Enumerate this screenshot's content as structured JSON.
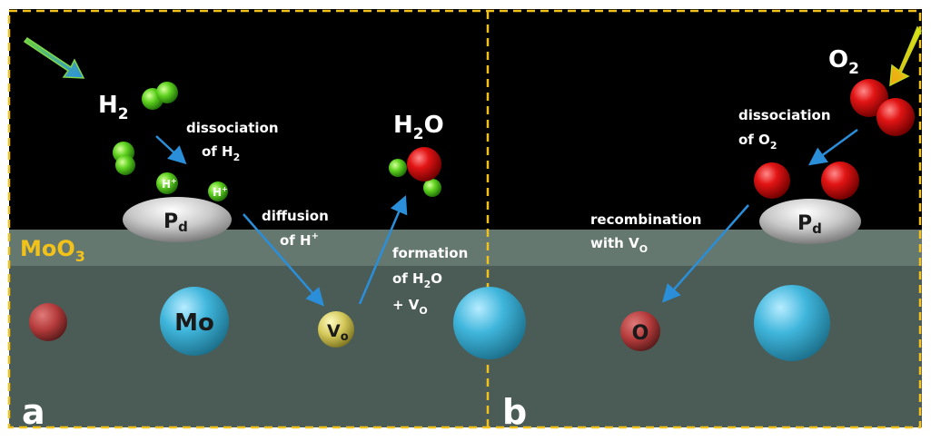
{
  "diagram": {
    "layer_label": {
      "main": "MoO",
      "sub": "3"
    },
    "panel_labels": {
      "a": "a",
      "b": "b"
    },
    "panel_a": {
      "h2": {
        "main": "H",
        "sub": "2"
      },
      "dissociation_h2": {
        "line1": "dissociation",
        "line2_main": "of H",
        "line2_sub": "2"
      },
      "h_plus_1": {
        "main": "H",
        "sup": "+"
      },
      "h_plus_2": {
        "main": "H",
        "sup": "+"
      },
      "pd": {
        "main": "P",
        "sub": "d"
      },
      "diffusion": {
        "line1": "diffusion",
        "line2_main": "of H",
        "line2_sup": "+"
      },
      "h2o": {
        "main": "H",
        "sub": "2",
        "tail": "O"
      },
      "formation": {
        "line1": "formation",
        "line2_main": "of H",
        "line2_sub": "2",
        "line2_tail": "O",
        "line3_main": "+ V",
        "line3_sub": "O"
      },
      "mo": "Mo",
      "vo": {
        "main": "V",
        "sub": "o"
      }
    },
    "panel_b": {
      "o2": {
        "main": "O",
        "sub": "2"
      },
      "dissociation_o2": {
        "line1": "dissociation",
        "line2_main": "of O",
        "line2_sub": "2"
      },
      "pd": {
        "main": "P",
        "sub": "d"
      },
      "recombination": {
        "line1": "recombination",
        "line2_main": "with V",
        "line2_sub": "O"
      },
      "o": "O"
    },
    "colors": {
      "gas_bg": "#000000",
      "surface_layer": "#65786f",
      "bulk": "#4b5c56",
      "frame": "#f2c21b",
      "arrow": "#2a8ed8",
      "hydrogen": "#57c91e",
      "oxygen": "#d81414",
      "molybdenum": "#3fb4d6",
      "vacancy": "#c9c049",
      "palladium": "#bdbdbd"
    }
  }
}
